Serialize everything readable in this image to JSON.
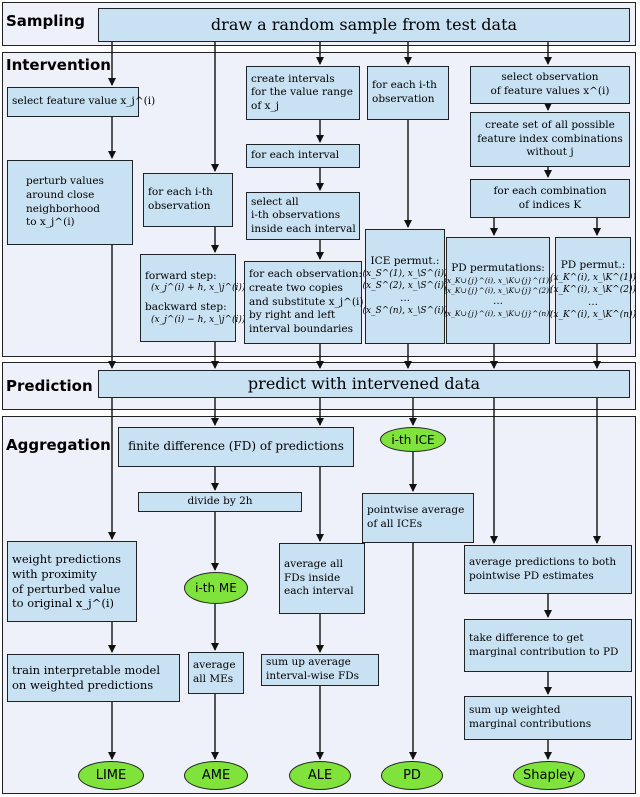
{
  "sections": {
    "sampling": "Sampling",
    "intervention": "Intervention",
    "prediction": "Prediction",
    "aggregation": "Aggregation"
  },
  "boxes": {
    "draw_sample": "draw a random sample from test data",
    "select_feature_value": "select feature value x_j^(i)",
    "perturb": [
      "perturb values",
      "around close",
      "neighborhood",
      "to x_j^(i)"
    ],
    "each_obs_me": [
      "for each i-th",
      "observation"
    ],
    "forward_step": [
      "forward step:",
      "(x_j^(i) + h, x_\\j^(i))"
    ],
    "backward_step": [
      "backward step:",
      "(x_j^(i) − h, x_\\j^(i))"
    ],
    "create_intervals": [
      "create intervals",
      "for the value range",
      "of x_j"
    ],
    "each_interval": "for each interval",
    "select_all_obs": [
      "select all",
      "i-th observations",
      "inside each interval"
    ],
    "each_observation_ale": [
      "for each observation:",
      "create two copies",
      "and substitute x_j^(i)",
      "by right and left",
      "interval boundaries"
    ],
    "each_obs_ice": [
      "for each i-th",
      "observation"
    ],
    "ice_permut": [
      "ICE permut.:",
      "(x_S^(1), x_\\S^(i))",
      "(x_S^(2), x_\\S^(i))",
      "...",
      "(x_S^(n), x_\\S^(i))"
    ],
    "select_obs_shap": [
      "select observation",
      "of feature values x^(i)"
    ],
    "create_set": [
      "create set of all possible",
      "feature index combinations",
      "without j"
    ],
    "each_combination": [
      "for each combination",
      "of indices K"
    ],
    "pd_permutations": [
      "PD permutations:",
      "(x_K∪{j}^(i), x_\\K∪{j}^(1))",
      "(x_K∪{j}^(i), x_\\K∪{j}^(2))",
      "...",
      "(x_K∪{j}^(i), x_\\K∪{j}^(n))"
    ],
    "pd_permut": [
      "PD permut.:",
      "(x_K^(i), x_\\K^(1))",
      "(x_K^(i), x_\\K^(2))",
      "...",
      "(x_K^(i), x_\\K^(n))"
    ],
    "predict": "predict with intervened data",
    "finite_difference": "finite difference (FD) of predictions",
    "divide": "divide by 2h",
    "weight_predictions": [
      "weight predictions",
      "with proximity",
      "of perturbed value",
      "to original x_j^(i)"
    ],
    "average_fds": [
      "average all",
      "FDs inside",
      "each interval"
    ],
    "pointwise_average": [
      "pointwise average",
      "of all ICEs"
    ],
    "average_predictions": [
      "average predictions to both",
      "pointwise PD estimates"
    ],
    "take_difference": [
      "take difference to get",
      "marginal contribution to PD"
    ],
    "train_model": [
      "train interpretable model",
      "on weighted predictions"
    ],
    "average_mes": [
      "average",
      "all MEs"
    ],
    "sum_up_average": [
      "sum up average",
      "interval-wise FDs"
    ],
    "sum_up_weighted": [
      "sum up weighted",
      "marginal contributions"
    ]
  },
  "ellipses": {
    "ith_me": "i-th ME",
    "ith_ice": "i-th ICE"
  },
  "outputs": {
    "lime": "LIME",
    "ame": "AME",
    "ale": "ALE",
    "pd": "PD",
    "shapley": "Shapley"
  },
  "colors": {
    "box_fill": "#c9e2f3",
    "section_fill": "#eef0fa",
    "ellipse_fill": "#7fe33b",
    "stroke": "#222222"
  }
}
